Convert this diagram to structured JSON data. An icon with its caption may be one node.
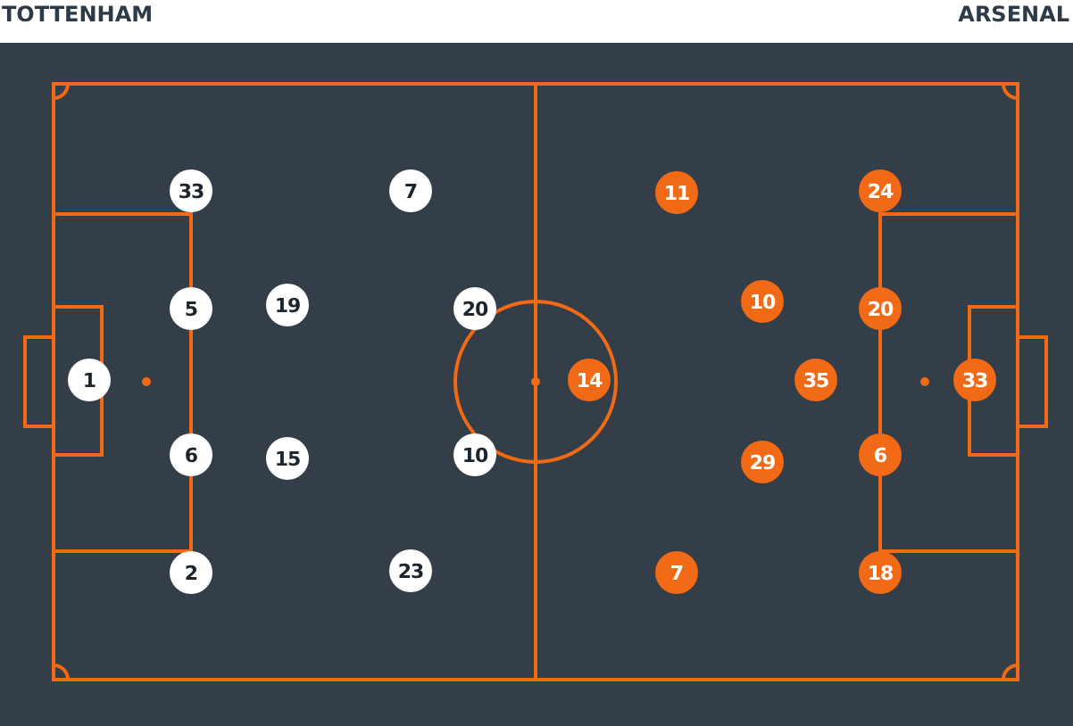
{
  "diagram": {
    "nodes": [
      {
        "text": [
          "1"
        ]
      },
      {
        "text": [
          "33"
        ]
      },
      {
        "text": [
          "5"
        ]
      },
      {
        "text": [
          "6"
        ]
      },
      {
        "text": [
          "2"
        ]
      },
      {
        "text": [
          "19"
        ]
      },
      {
        "text": [
          "15"
        ]
      },
      {
        "text": [
          "7"
        ]
      },
      {
        "text": [
          "23"
        ]
      },
      {
        "text": [
          "20"
        ]
      },
      {
        "text": [
          "10"
        ]
      },
      {
        "text": [
          "14"
        ]
      },
      {
        "text": [
          "11"
        ]
      },
      {
        "text": [
          "7"
        ]
      },
      {
        "text": [
          "10"
        ]
      },
      {
        "text": [
          "29"
        ]
      },
      {
        "text": [
          "35"
        ]
      },
      {
        "text": [
          "24"
        ]
      },
      {
        "text": [
          "20"
        ]
      },
      {
        "text": [
          "6"
        ]
      },
      {
        "text": [
          "18"
        ]
      },
      {
        "text": [
          "33"
        ]
      }
    ],
    "edges": [],
    "labels": [
      "TOTTENHAM",
      "ARSENAL"
    ]
  }
}
